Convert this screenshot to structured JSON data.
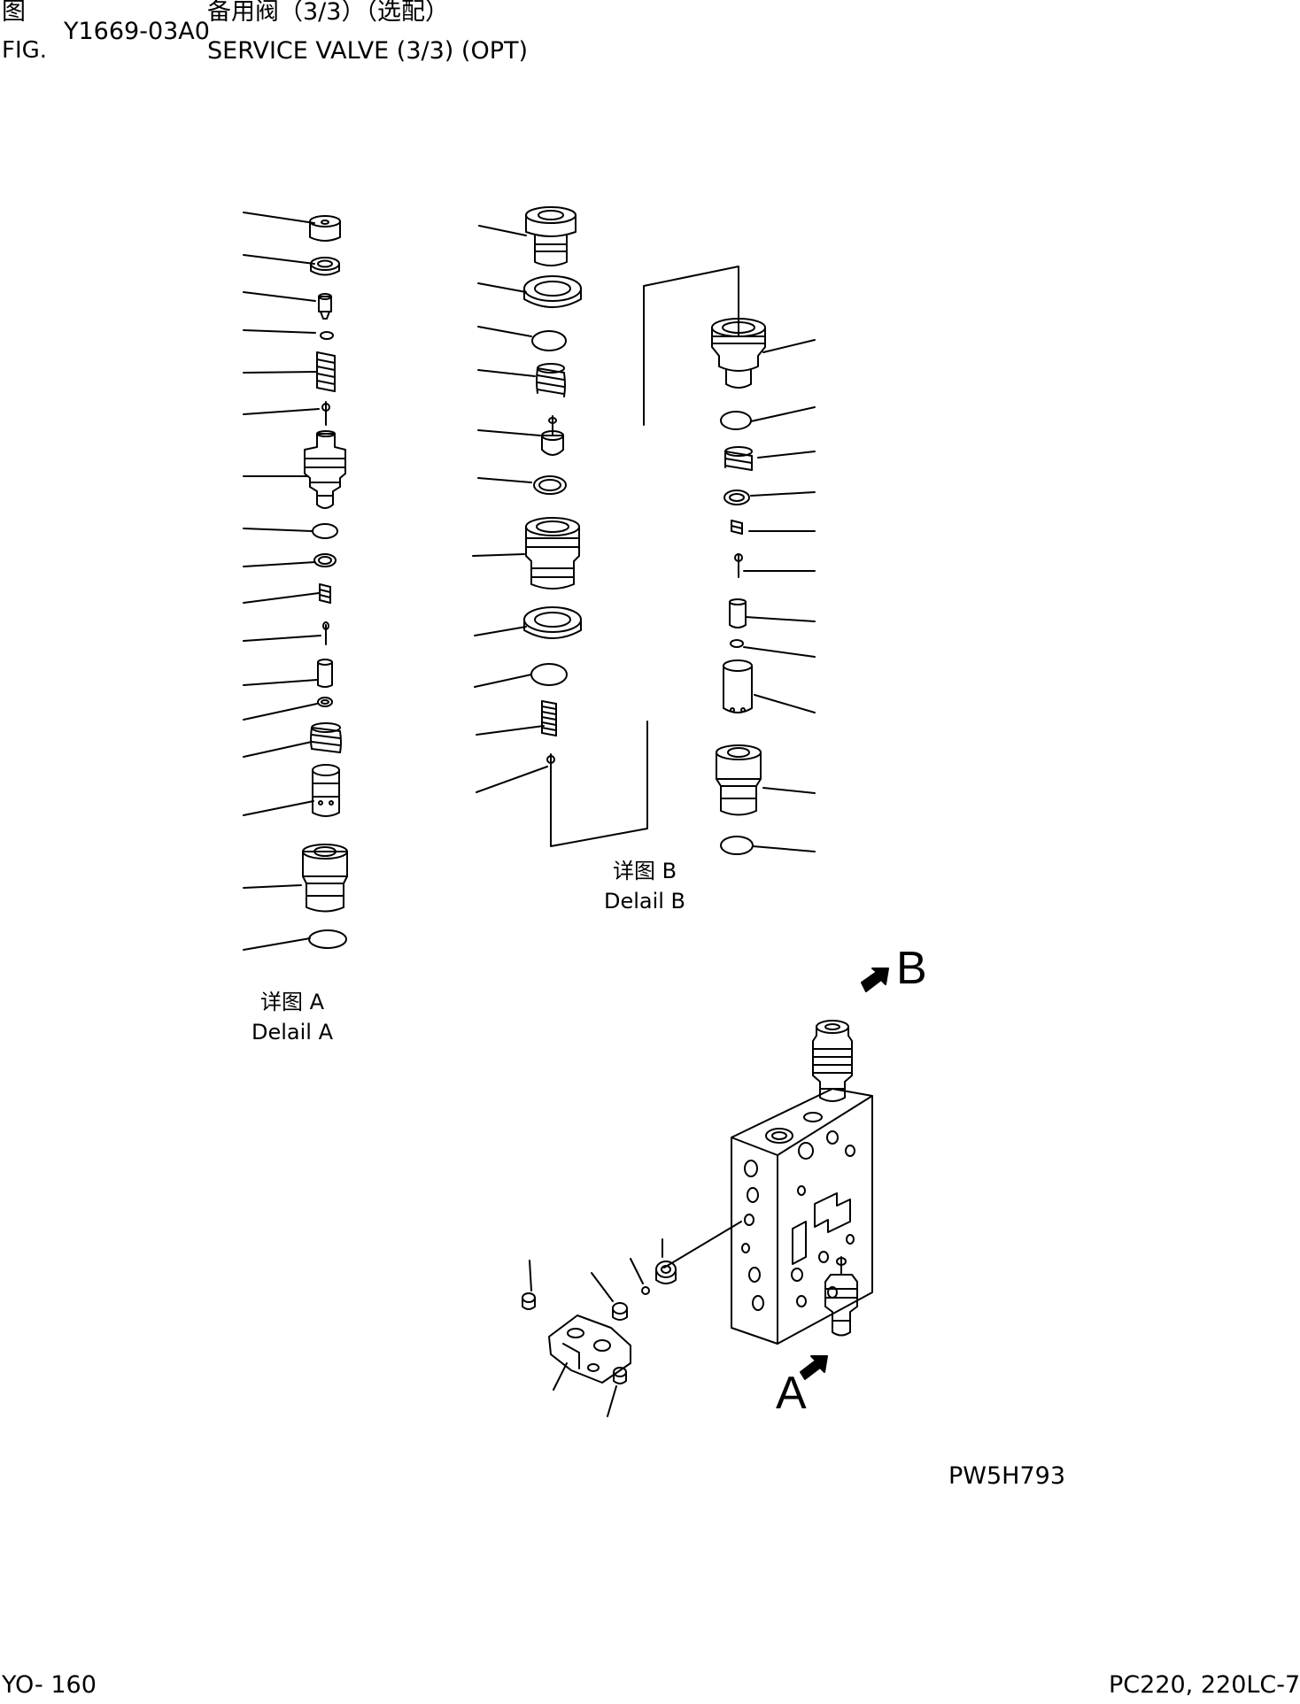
{
  "header": {
    "fig_cn": "图",
    "fig_en": "FIG.",
    "fig_no": "Y1669-03A0",
    "title_cn": "备用阀（3/3）（选配）",
    "title_en": "SERVICE VALVE (3/3) (OPT)"
  },
  "detail_a": {
    "cn": "详图 A",
    "en": "Delail A"
  },
  "detail_b": {
    "cn": "详图 B",
    "en": "Delail B"
  },
  "view_labels": {
    "a": "A",
    "b": "B"
  },
  "drawing_code": "PW5H793",
  "footer": {
    "page": "YO- 160",
    "model": "PC220, 220LC-7"
  },
  "colors": {
    "ink": "#000000",
    "paper": "#ffffff"
  }
}
